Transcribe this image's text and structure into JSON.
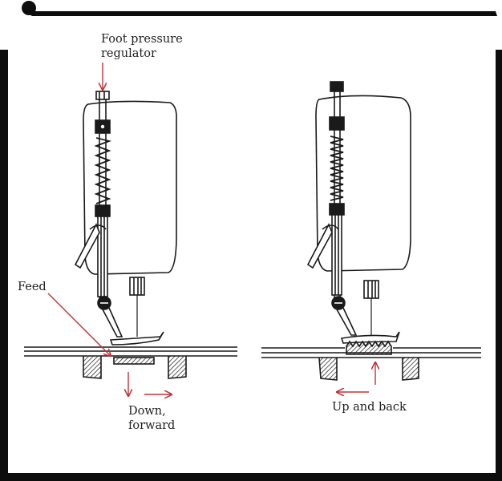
{
  "labels": {
    "foot_pressure": [
      "Foot pressure",
      "regulator"
    ],
    "feed": "Feed",
    "down_forward": [
      "Down,",
      "forward"
    ],
    "up_and_back": "Up and back"
  },
  "colors": {
    "ink": "#1a1a1a",
    "accent": "#c0333a",
    "frame": "#0d0d0d"
  }
}
